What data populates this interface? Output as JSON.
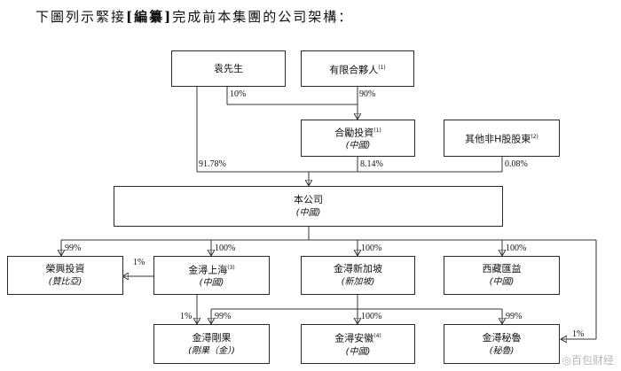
{
  "intro": {
    "prefix": "下圖列示緊接",
    "bold": "[編纂]",
    "suffix": "完成前本集團的公司架構："
  },
  "entities": {
    "yuan": {
      "name": "袁先生"
    },
    "partnership": {
      "name": "有限合夥人",
      "note": "(1)"
    },
    "hexun": {
      "name": "合勵投資",
      "note": "(1)",
      "sub": "(中國)"
    },
    "other_h": {
      "name": "其他非H股股東",
      "note": "(2)"
    },
    "company": {
      "name": "本公司",
      "sub": "(中國)"
    },
    "rongxing": {
      "name": "榮興投資",
      "sub": "(贊比亞)"
    },
    "jx_shanghai": {
      "name": "金潯上海",
      "note": "(3)",
      "sub": "(中國)"
    },
    "jx_singapore": {
      "name": "金潯新加坡",
      "sub": "(新加坡)"
    },
    "xizang": {
      "name": "西藏匯益",
      "sub": "(中國)"
    },
    "jx_congo": {
      "name": "金潯剛果",
      "sub": "(剛果（金）)"
    },
    "jx_anhui": {
      "name": "金潯安徽",
      "note": "(4)",
      "sub": "(中國)"
    },
    "jx_peru": {
      "name": "金潯秘魯",
      "sub": "(秘魯)"
    }
  },
  "percentages": {
    "yuan_to_hexun": "10%",
    "partnership_to_hexun": "90%",
    "yuan_to_company": "91.78%",
    "hexun_to_company": "8.14%",
    "other_to_company": "0.08%",
    "company_to_rongxing": "99%",
    "company_to_shanghai": "100%",
    "company_to_singapore": "100%",
    "company_to_xizang": "100%",
    "shanghai_to_rongxing": "1%",
    "shanghai_to_congo": "1%",
    "singapore_to_congo": "99%",
    "singapore_to_anhui": "100%",
    "singapore_to_peru": "99%",
    "company_to_peru": "1%"
  },
  "watermark": "◎百包财经"
}
